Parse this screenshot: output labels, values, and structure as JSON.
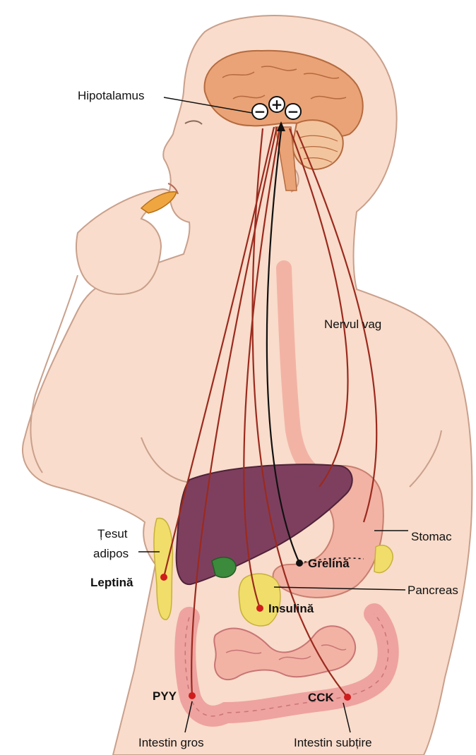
{
  "labels": {
    "hypothalamus": "Hipotalamus",
    "vagus_nerve": "Nervul vag",
    "adipose_tissue_line1": "Țesut",
    "adipose_tissue_line2": "adipos",
    "leptin": "Leptină",
    "ghrelin": "Grelină",
    "stomach": "Stomac",
    "pancreas": "Pancreas",
    "insulin": "Insulină",
    "pyy": "PYY",
    "cck": "CCK",
    "large_intestine": "Intestin gros",
    "small_intestine": "Intestin subțire"
  },
  "signals": {
    "inhibitory_symbol": "−",
    "stimulatory_symbol": "+"
  },
  "colors": {
    "skin": "#f9dccb",
    "skin_outline": "#c9a08c",
    "brain": "#eaa376",
    "liver": "#7e3f5f",
    "stomach": "#f2b3a5",
    "intestine": "#eea3a0",
    "pancreas_fat": "#f1de6a",
    "gallbladder": "#3c8a3c",
    "nerve": "#9b2a1e",
    "ghrelin_path": "#111111",
    "hormone_dot": "#d01c1c"
  }
}
